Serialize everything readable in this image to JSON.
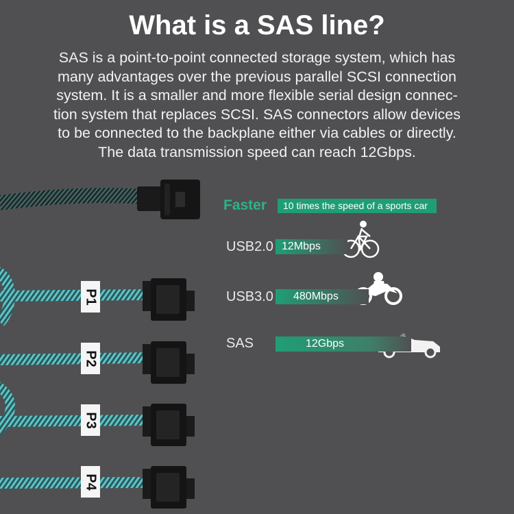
{
  "title": "What is a SAS line?",
  "description_lines": [
    "SAS is a point-to-point connected storage system, which has",
    "many advantages over the previous parallel SCSI connection",
    "system. It is a smaller and more flexible serial design connec-",
    "tion system that replaces SCSI. SAS connectors allow devices",
    "to be connected to the backplane either via cables or directly.",
    "The data transmission speed can reach 12Gbps."
  ],
  "faster": {
    "label": "Faster",
    "note": "10 times the speed of a sports car"
  },
  "speeds": [
    {
      "name": "USB2.0",
      "speed": "12Mbps",
      "icon": "bicycle-icon"
    },
    {
      "name": "USB3.0",
      "speed": "480Mbps",
      "icon": "motorcycle-icon"
    },
    {
      "name": "SAS",
      "speed": "12Gbps",
      "icon": "sports-car-icon"
    }
  ],
  "port_labels": [
    "P1",
    "P2",
    "P3",
    "P4"
  ],
  "colors": {
    "background": "#505052",
    "accent_green": "#2bb38a",
    "bar_green": "#1f9e76",
    "cable_blue": "#4fc3d9"
  }
}
